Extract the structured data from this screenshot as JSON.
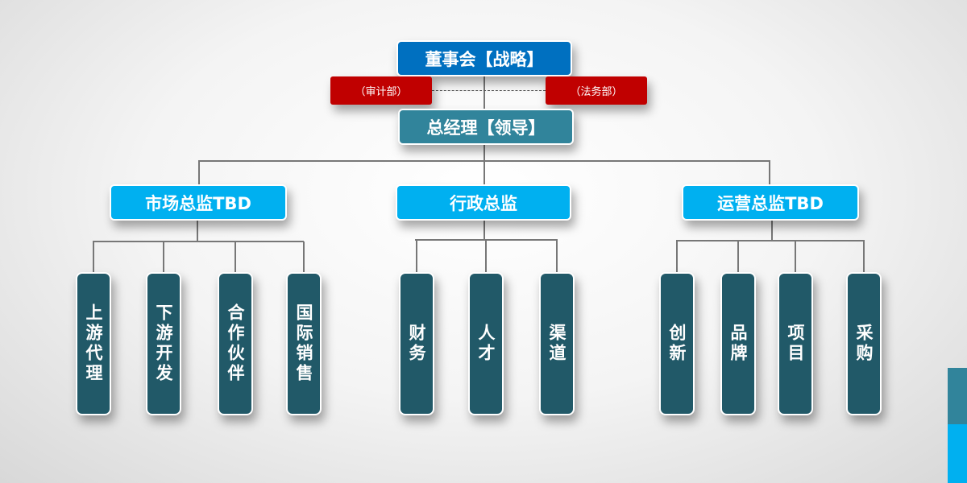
{
  "board": "董事会【战略】",
  "audit": "（审计部）",
  "legal": "（法务部）",
  "gm": "总经理【领导】",
  "directors": [
    {
      "label": "市场总监TBD",
      "children": [
        "上游代理",
        "下游开发",
        "合作伙伴",
        "国际销售"
      ]
    },
    {
      "label": "行政总监",
      "children": [
        "财务",
        "人才",
        "渠道"
      ]
    },
    {
      "label": "运营总监TBD",
      "children": [
        "创新",
        "品牌",
        "项目",
        "采购"
      ]
    }
  ],
  "colors": {
    "board": "#0070c0",
    "gm": "#31849b",
    "side": "#c00000",
    "director": "#00b0f0",
    "leaf": "#215968"
  }
}
